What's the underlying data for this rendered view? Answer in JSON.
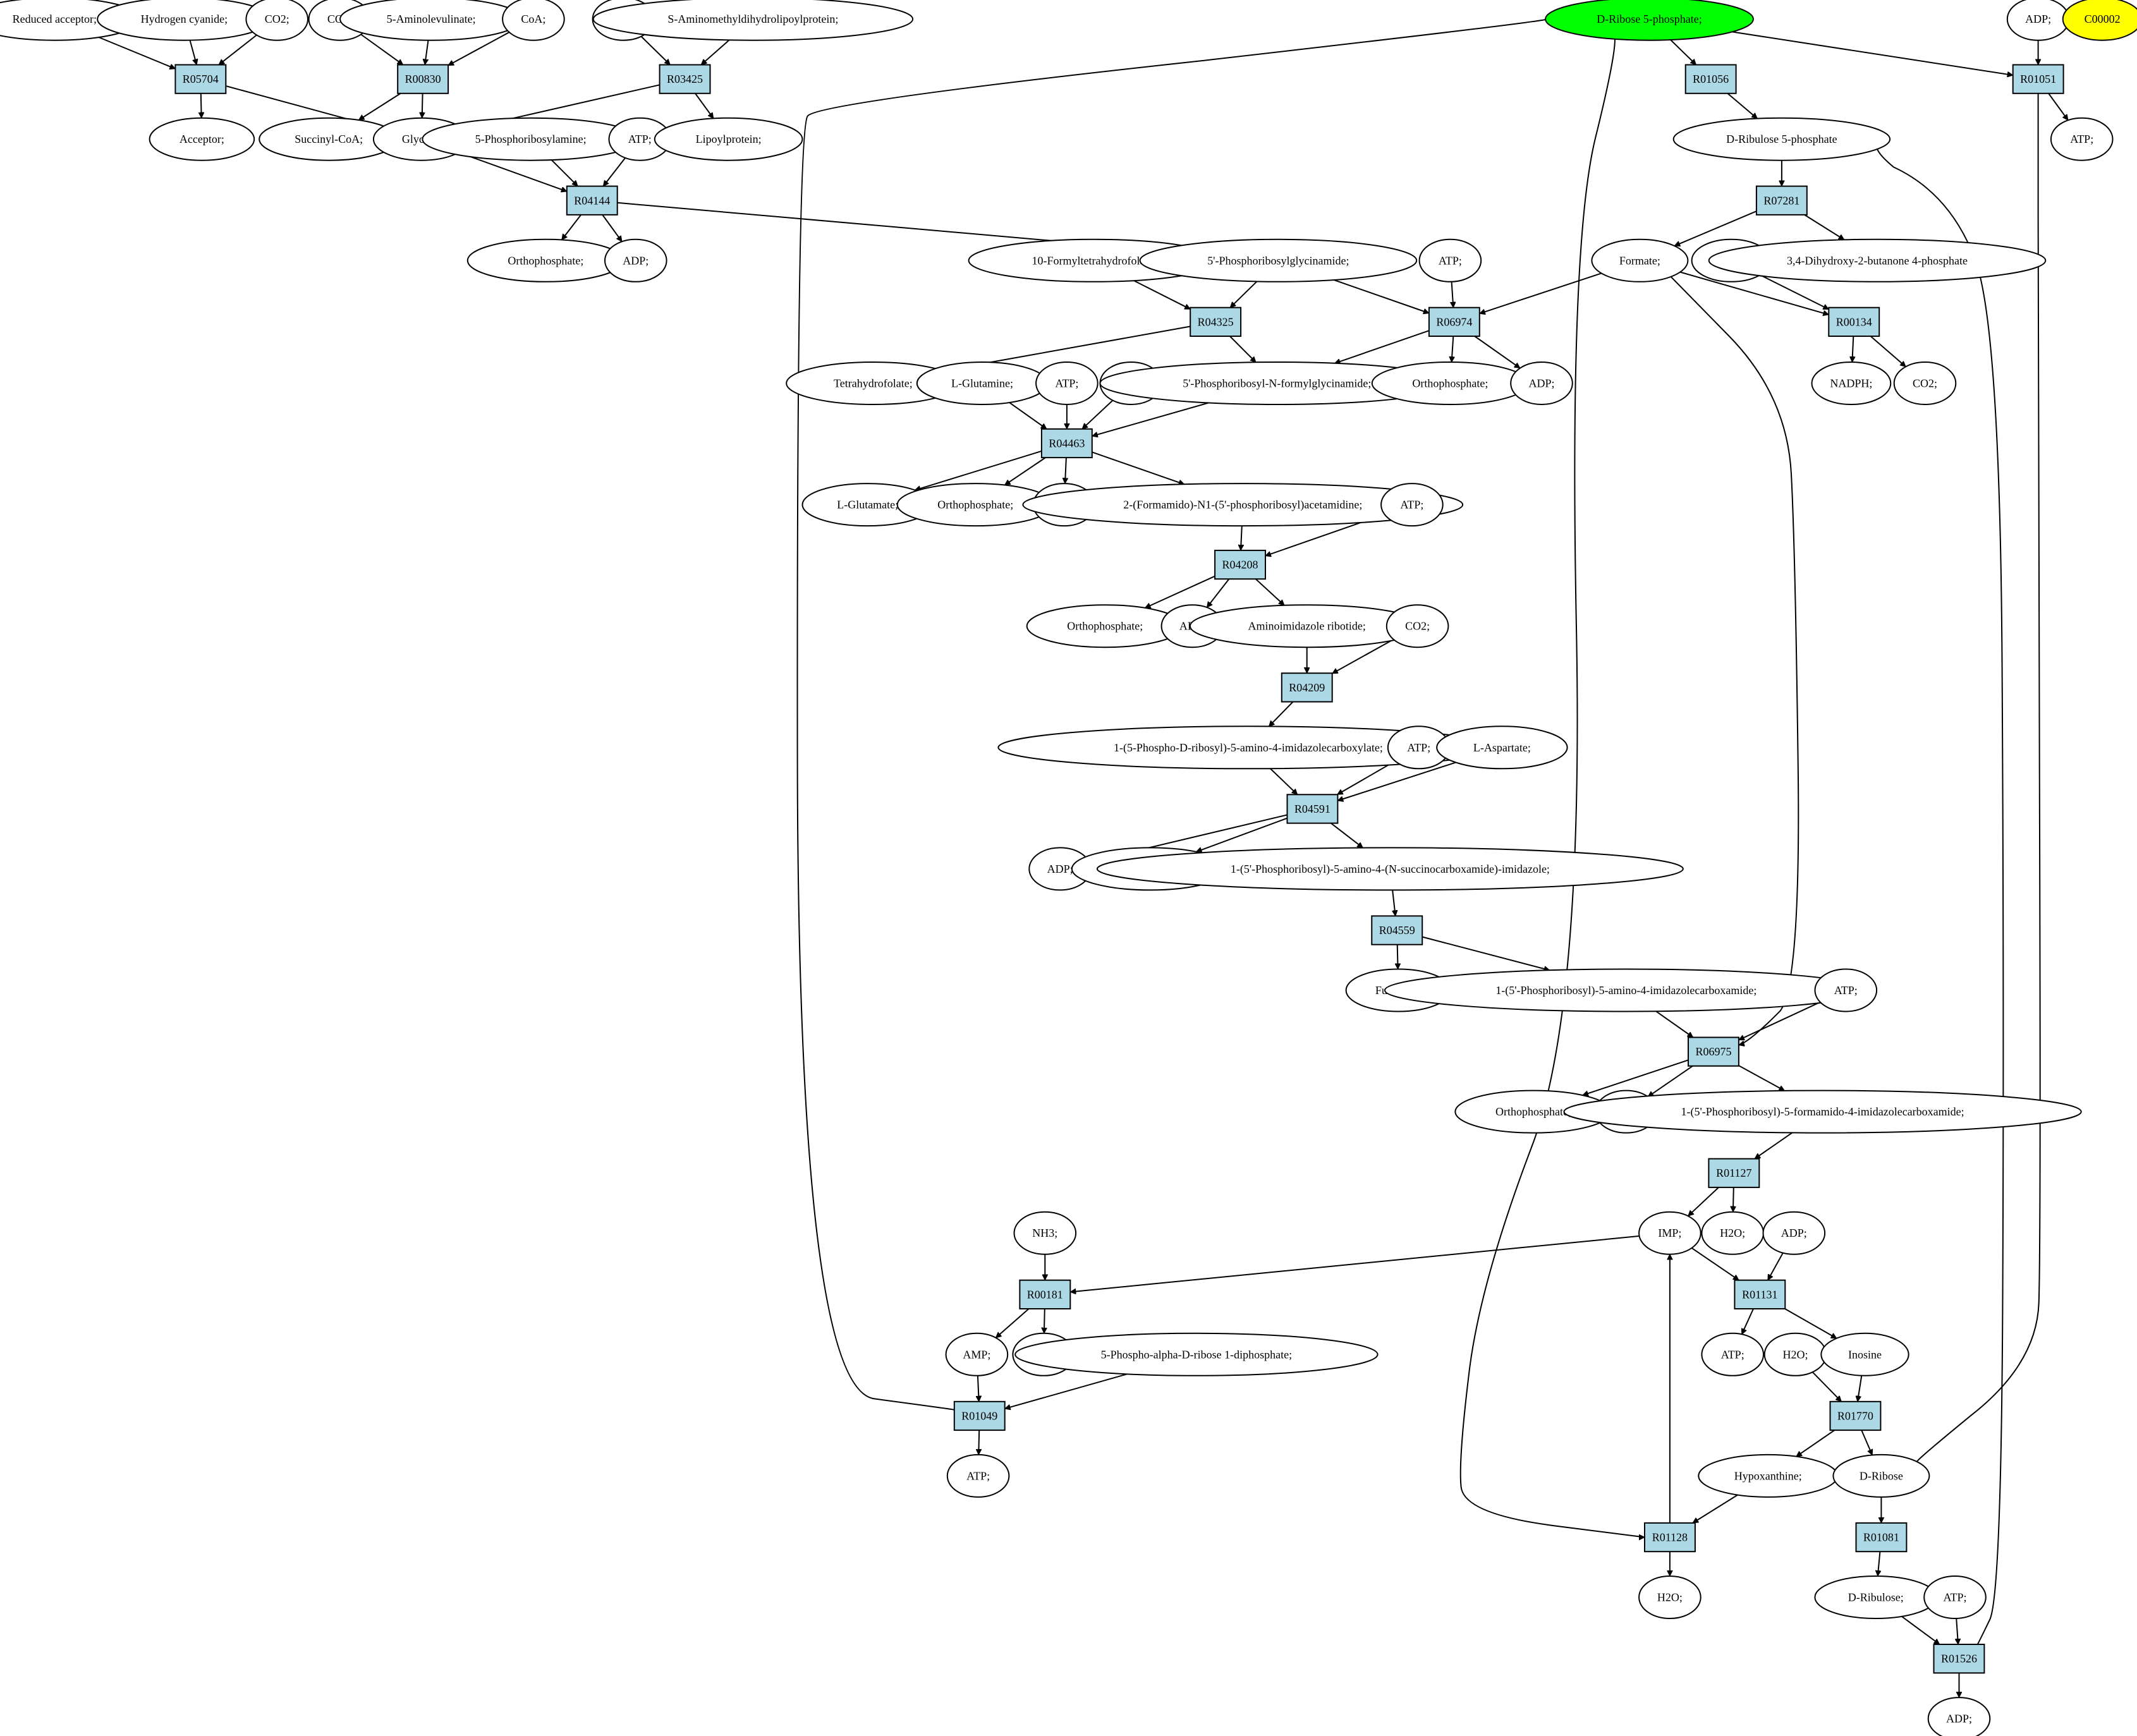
{
  "colors": {
    "reaction_fill": "#add8e6",
    "metabolite_fill": "#ffffff",
    "highlight_start": "#00ff00",
    "highlight_extra": "#ffff00"
  },
  "metabolites": [
    {
      "id": "m1",
      "label": "Reduced acceptor;"
    },
    {
      "id": "m2",
      "label": "Hydrogen cyanide;"
    },
    {
      "id": "m3",
      "label": "CO2;"
    },
    {
      "id": "m4",
      "label": "CO2;"
    },
    {
      "id": "m5",
      "label": "5-Aminolevulinate;"
    },
    {
      "id": "m6",
      "label": "CoA;"
    },
    {
      "id": "m7",
      "label": "CO2;"
    },
    {
      "id": "m8",
      "label": "S-Aminomethyldihydrolipoylprotein;"
    },
    {
      "id": "m9",
      "label": "D-Ribose 5-phosphate;",
      "highlight": "start"
    },
    {
      "id": "m10",
      "label": "ADP;"
    },
    {
      "id": "m11",
      "label": "C00002",
      "highlight": "extra"
    },
    {
      "id": "m12",
      "label": "Acceptor;"
    },
    {
      "id": "m13",
      "label": "Succinyl-CoA;"
    },
    {
      "id": "m14",
      "label": "Glycine;"
    },
    {
      "id": "m15",
      "label": "5-Phosphoribosylamine;"
    },
    {
      "id": "m16",
      "label": "ATP;"
    },
    {
      "id": "m17",
      "label": "Lipoylprotein;"
    },
    {
      "id": "m18",
      "label": "D-Ribulose 5-phosphate"
    },
    {
      "id": "m19",
      "label": "ATP;"
    },
    {
      "id": "m20",
      "label": "Orthophosphate;"
    },
    {
      "id": "m21",
      "label": "ADP;"
    },
    {
      "id": "m22",
      "label": "10-Formyltetrahydrofolate;"
    },
    {
      "id": "m23",
      "label": "5'-Phosphoribosylglycinamide;"
    },
    {
      "id": "m24",
      "label": "ATP;"
    },
    {
      "id": "m25",
      "label": "Formate;"
    },
    {
      "id": "m26",
      "label": "NADP+;"
    },
    {
      "id": "m27",
      "label": "3,4-Dihydroxy-2-butanone 4-phosphate"
    },
    {
      "id": "m28",
      "label": "Tetrahydrofolate;"
    },
    {
      "id": "m29",
      "label": "L-Glutamine;"
    },
    {
      "id": "m30",
      "label": "ATP;"
    },
    {
      "id": "m31",
      "label": "H2O;"
    },
    {
      "id": "m32",
      "label": "5'-Phosphoribosyl-N-formylglycinamide;"
    },
    {
      "id": "m33",
      "label": "Orthophosphate;"
    },
    {
      "id": "m34",
      "label": "ADP;"
    },
    {
      "id": "m35",
      "label": "NADPH;"
    },
    {
      "id": "m36",
      "label": "CO2;"
    },
    {
      "id": "m37",
      "label": "L-Glutamate;"
    },
    {
      "id": "m38",
      "label": "Orthophosphate;"
    },
    {
      "id": "m39",
      "label": "ADP;"
    },
    {
      "id": "m40",
      "label": "2-(Formamido)-N1-(5'-phosphoribosyl)acetamidine;"
    },
    {
      "id": "m41",
      "label": "ATP;"
    },
    {
      "id": "m42",
      "label": "Orthophosphate;"
    },
    {
      "id": "m43",
      "label": "ADP;"
    },
    {
      "id": "m44",
      "label": "Aminoimidazole ribotide;"
    },
    {
      "id": "m45",
      "label": "CO2;"
    },
    {
      "id": "m46",
      "label": "1-(5-Phospho-D-ribosyl)-5-amino-4-imidazolecarboxylate;"
    },
    {
      "id": "m47",
      "label": "ATP;"
    },
    {
      "id": "m48",
      "label": "L-Aspartate;"
    },
    {
      "id": "m49",
      "label": "ADP;"
    },
    {
      "id": "m50",
      "label": "Orthophosphate;"
    },
    {
      "id": "m51",
      "label": "1-(5'-Phosphoribosyl)-5-amino-4-(N-succinocarboxamide)-imidazole;"
    },
    {
      "id": "m52",
      "label": "Fumarate;"
    },
    {
      "id": "m53",
      "label": "1-(5'-Phosphoribosyl)-5-amino-4-imidazolecarboxamide;"
    },
    {
      "id": "m54",
      "label": "ATP;"
    },
    {
      "id": "m55",
      "label": "Orthophosphate;"
    },
    {
      "id": "m56",
      "label": "ADP;"
    },
    {
      "id": "m57",
      "label": "1-(5'-Phosphoribosyl)-5-formamido-4-imidazolecarboxamide;"
    },
    {
      "id": "m58",
      "label": "NH3;"
    },
    {
      "id": "m59",
      "label": "IMP;"
    },
    {
      "id": "m60",
      "label": "H2O;"
    },
    {
      "id": "m61",
      "label": "ADP;"
    },
    {
      "id": "m62",
      "label": "AMP;"
    },
    {
      "id": "m63",
      "label": "H2O;"
    },
    {
      "id": "m64",
      "label": "5-Phospho-alpha-D-ribose 1-diphosphate;"
    },
    {
      "id": "m65",
      "label": "ATP;"
    },
    {
      "id": "m66",
      "label": "H2O;"
    },
    {
      "id": "m67",
      "label": "Inosine"
    },
    {
      "id": "m68",
      "label": "ATP;"
    },
    {
      "id": "m69",
      "label": "Hypoxanthine;"
    },
    {
      "id": "m70",
      "label": "D-Ribose"
    },
    {
      "id": "m71",
      "label": "H2O;"
    },
    {
      "id": "m72",
      "label": "D-Ribulose;"
    },
    {
      "id": "m73",
      "label": "ATP;"
    },
    {
      "id": "m74",
      "label": "ADP;"
    }
  ],
  "reactions": [
    {
      "id": "r1",
      "label": "R05704"
    },
    {
      "id": "r2",
      "label": "R00830"
    },
    {
      "id": "r3",
      "label": "R03425"
    },
    {
      "id": "r4",
      "label": "R01056"
    },
    {
      "id": "r5",
      "label": "R01051"
    },
    {
      "id": "r6",
      "label": "R04144"
    },
    {
      "id": "r7",
      "label": "R07281"
    },
    {
      "id": "r8",
      "label": "R04325"
    },
    {
      "id": "r9",
      "label": "R06974"
    },
    {
      "id": "r10",
      "label": "R00134"
    },
    {
      "id": "r11",
      "label": "R04463"
    },
    {
      "id": "r12",
      "label": "R04208"
    },
    {
      "id": "r13",
      "label": "R04209"
    },
    {
      "id": "r14",
      "label": "R04591"
    },
    {
      "id": "r15",
      "label": "R04559"
    },
    {
      "id": "r16",
      "label": "R06975"
    },
    {
      "id": "r17",
      "label": "R01127"
    },
    {
      "id": "r18",
      "label": "R00181"
    },
    {
      "id": "r19",
      "label": "R01131"
    },
    {
      "id": "r20",
      "label": "R01049"
    },
    {
      "id": "r21",
      "label": "R01770"
    },
    {
      "id": "r22",
      "label": "R01128"
    },
    {
      "id": "r23",
      "label": "R01081"
    },
    {
      "id": "r24",
      "label": "R01526"
    }
  ],
  "edges": [
    [
      "m1",
      "r1"
    ],
    [
      "m2",
      "r1"
    ],
    [
      "m3",
      "r1"
    ],
    [
      "r1",
      "m12"
    ],
    [
      "r1",
      "m14"
    ],
    [
      "m4",
      "r2"
    ],
    [
      "m5",
      "r2"
    ],
    [
      "m6",
      "r2"
    ],
    [
      "r2",
      "m13"
    ],
    [
      "r2",
      "m14"
    ],
    [
      "m7",
      "r3"
    ],
    [
      "m8",
      "r3"
    ],
    [
      "r3",
      "m14"
    ],
    [
      "r3",
      "m17"
    ],
    [
      "m9",
      "r4"
    ],
    [
      "r4",
      "m18"
    ],
    [
      "m9",
      "r5"
    ],
    [
      "m10",
      "r5"
    ],
    [
      "r5",
      "m19"
    ],
    [
      "r5",
      "m70"
    ],
    [
      "m14",
      "r6"
    ],
    [
      "m15",
      "r6"
    ],
    [
      "m16",
      "r6"
    ],
    [
      "r6",
      "m20"
    ],
    [
      "r6",
      "m21"
    ],
    [
      "r6",
      "m23"
    ],
    [
      "m18",
      "r7"
    ],
    [
      "r7",
      "m25"
    ],
    [
      "r7",
      "m27"
    ],
    [
      "m22",
      "r8"
    ],
    [
      "m23",
      "r8"
    ],
    [
      "r8",
      "m28"
    ],
    [
      "r8",
      "m32"
    ],
    [
      "m23",
      "r9"
    ],
    [
      "m24",
      "r9"
    ],
    [
      "m25",
      "r9"
    ],
    [
      "r9",
      "m32"
    ],
    [
      "r9",
      "m33"
    ],
    [
      "r9",
      "m34"
    ],
    [
      "m25",
      "r10"
    ],
    [
      "m26",
      "r10"
    ],
    [
      "r10",
      "m35"
    ],
    [
      "r10",
      "m36"
    ],
    [
      "m29",
      "r11"
    ],
    [
      "m30",
      "r11"
    ],
    [
      "m31",
      "r11"
    ],
    [
      "m32",
      "r11"
    ],
    [
      "r11",
      "m37"
    ],
    [
      "r11",
      "m38"
    ],
    [
      "r11",
      "m39"
    ],
    [
      "r11",
      "m40"
    ],
    [
      "m40",
      "r12"
    ],
    [
      "m41",
      "r12"
    ],
    [
      "r12",
      "m42"
    ],
    [
      "r12",
      "m43"
    ],
    [
      "r12",
      "m44"
    ],
    [
      "m44",
      "r13"
    ],
    [
      "m45",
      "r13"
    ],
    [
      "r13",
      "m46"
    ],
    [
      "m46",
      "r14"
    ],
    [
      "m47",
      "r14"
    ],
    [
      "m48",
      "r14"
    ],
    [
      "r14",
      "m49"
    ],
    [
      "r14",
      "m50"
    ],
    [
      "r14",
      "m51"
    ],
    [
      "m51",
      "r15"
    ],
    [
      "r15",
      "m52"
    ],
    [
      "r15",
      "m53"
    ],
    [
      "m53",
      "r16"
    ],
    [
      "m54",
      "r16"
    ],
    [
      "m25",
      "r16"
    ],
    [
      "r16",
      "m55"
    ],
    [
      "r16",
      "m56"
    ],
    [
      "r16",
      "m57"
    ],
    [
      "m57",
      "r17"
    ],
    [
      "r17",
      "m59"
    ],
    [
      "r17",
      "m60"
    ],
    [
      "m58",
      "r18"
    ],
    [
      "m59",
      "r18"
    ],
    [
      "r18",
      "m62"
    ],
    [
      "r18",
      "m63"
    ],
    [
      "m59",
      "r19"
    ],
    [
      "m61",
      "r19"
    ],
    [
      "r19",
      "m65"
    ],
    [
      "r19",
      "m67"
    ],
    [
      "m62",
      "r20"
    ],
    [
      "m64",
      "r20"
    ],
    [
      "r20",
      "m68"
    ],
    [
      "r20",
      "m9"
    ],
    [
      "m66",
      "r21"
    ],
    [
      "m67",
      "r21"
    ],
    [
      "r21",
      "m69"
    ],
    [
      "r21",
      "m70"
    ],
    [
      "m69",
      "r22"
    ],
    [
      "m9",
      "r22"
    ],
    [
      "r22",
      "m59"
    ],
    [
      "r22",
      "m71"
    ],
    [
      "m70",
      "r23"
    ],
    [
      "r23",
      "m72"
    ],
    [
      "m72",
      "r24"
    ],
    [
      "m73",
      "r24"
    ],
    [
      "r24",
      "m74"
    ],
    [
      "r24",
      "m18"
    ]
  ]
}
